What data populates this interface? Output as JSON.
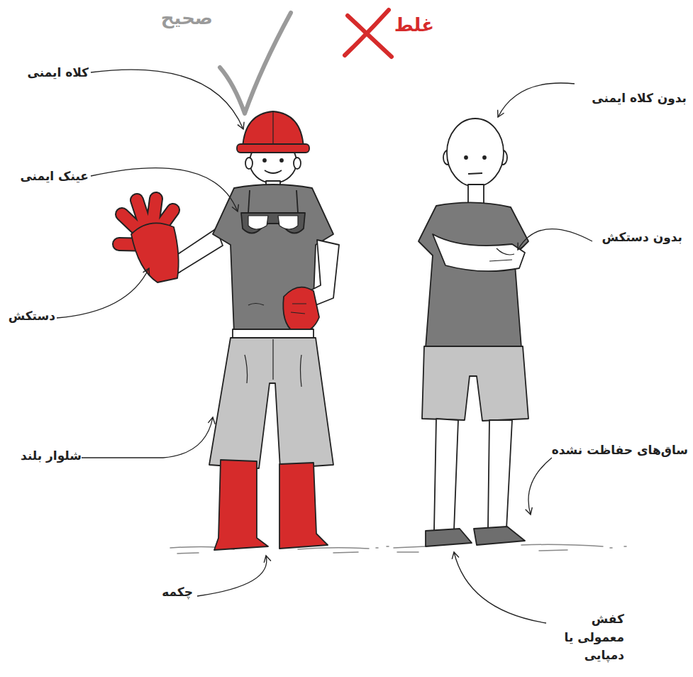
{
  "diagram": {
    "labels": [
      "صحیح",
      "غلط",
      "کلاه ایمنی",
      "عینک ایمنی",
      "دستکش",
      "شلوار بلند",
      "چکمه",
      "بدون کلاه ایمنی",
      "بدون دستکش",
      "ساق‌های حفاظت نشده",
      "کفش معمولی یا دمپایی"
    ]
  }
}
